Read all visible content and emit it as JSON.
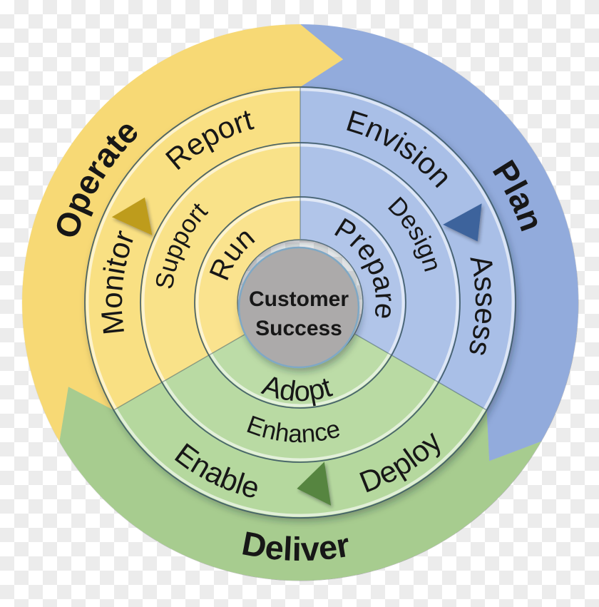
{
  "wheel": {
    "center_label": {
      "line1": "Customer",
      "line2": "Success"
    },
    "center_color": "#ACAAAA",
    "center_edge_color": "#7FA8C5",
    "groove_line_color": "#3E5A66",
    "text_color": "#171717",
    "phases": [
      {
        "name": "Plan",
        "outer_color": "#92ABDC",
        "inner_color": "#A9BFE7",
        "arrow_color": "#3D649C",
        "stages": {
          "ring1": "Prepare",
          "ring2": "Design",
          "ring3": [
            "Envision",
            "Assess"
          ]
        }
      },
      {
        "name": "Deliver",
        "outer_color": "#A7CC8F",
        "inner_color": "#B5D89E",
        "arrow_color": "#578540",
        "stages": {
          "ring1": "Adopt",
          "ring2": "Enhance",
          "ring3": [
            "Deploy",
            "Enable"
          ]
        }
      },
      {
        "name": "Operate",
        "outer_color": "#F7D974",
        "inner_color": "#F9E083",
        "arrow_color": "#BE9C1F",
        "stages": {
          "ring1": "Run",
          "ring2": "Support",
          "ring3": [
            "Monitor",
            "Report"
          ]
        }
      }
    ],
    "checkerboard": {
      "light": "#FFFFFF",
      "dark": "#ECECEC"
    }
  }
}
